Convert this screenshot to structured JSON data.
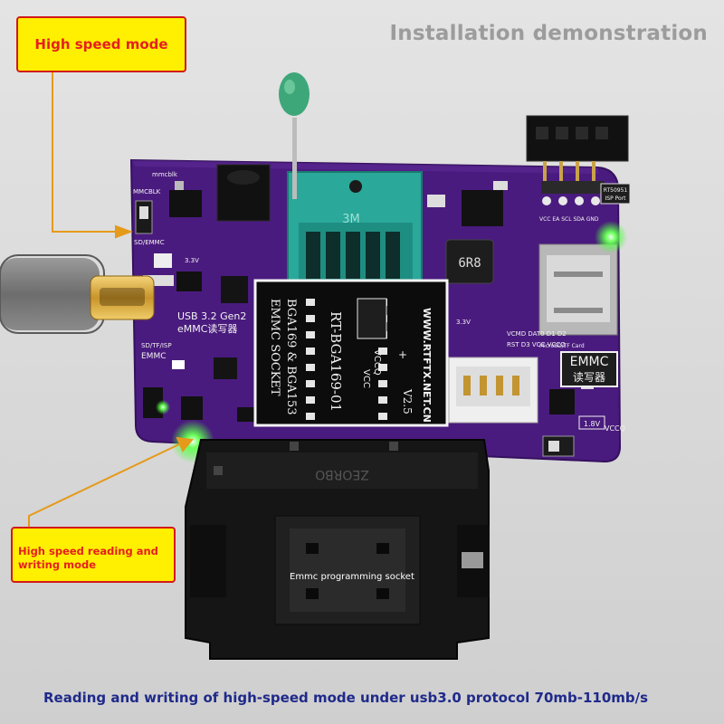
{
  "header": {
    "title": "Installation demonstration"
  },
  "callouts": {
    "top": "High speed mode",
    "bottom": "High speed reading and writing mode"
  },
  "socket_label": "Emmc programming socket",
  "caption": "Reading and writing of high-speed mode under usb3.0 protocol 70mb-110mb/s",
  "board": {
    "small_label_top": "mmcblk",
    "mmcblk": "MMCBLK",
    "sd_emmc": "SD/EMMC",
    "usb": "USB 3.2 Gen2",
    "reader": "eMMC读写器",
    "emmc_small": "EMMC",
    "sd_tf_isp": "SD/TF/ISP",
    "emmc_big": "EMMC",
    "rw_chinese": "读写器",
    "microsd": "MicroSD/TF Card",
    "vccq": "VCCQ",
    "v18": "1.8V",
    "isp_top": "RT50951",
    "isp_bottom": "ISP Port",
    "pin_labels": "VCC  EA  SCL  SDA  GND",
    "pin_row_a": "VCMD  DAT0  D1  D2",
    "pin_row_b": "RST  D3  VCC  VCCQ",
    "inductor": "6R8",
    "v33": "3.3V",
    "switch_3v": "3.3V"
  },
  "adapter": {
    "model": "RT-BGA169-01",
    "socket": "EMMC SOCKET",
    "bga": "BGA169 & BGA153",
    "url": "WWW.RTFTX.NET.CN",
    "version": "V2.5",
    "vcc": "VCC",
    "vccq": "VCCQ",
    "plus": "+"
  },
  "zif": {
    "brand": "3M"
  },
  "socket_base": {
    "brand": "ZEORBO"
  },
  "colors": {
    "board": "#4a1b7e",
    "zif": "#2aa89a",
    "callout_fill": "#ffef00",
    "callout_border": "#d31919",
    "callout_text": "#e52020",
    "caption": "#1f2a8a"
  }
}
